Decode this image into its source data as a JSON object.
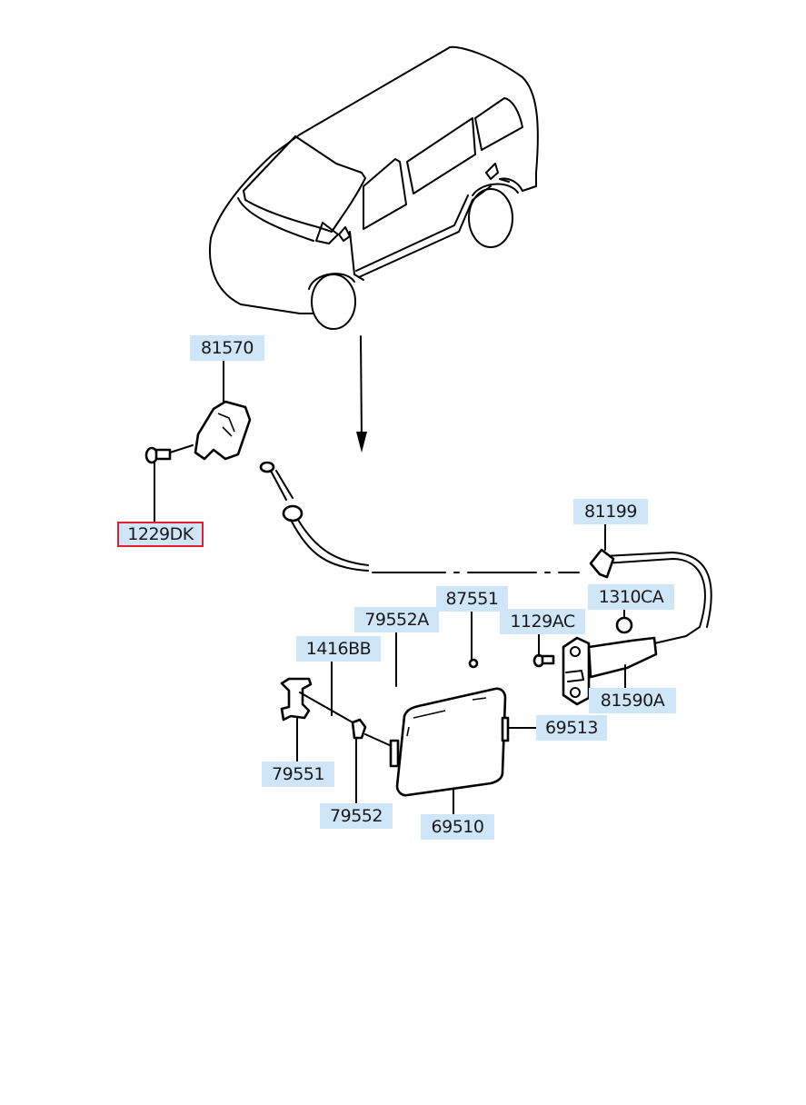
{
  "diagram": {
    "title": "Fuel filler door & release cable",
    "highlight_color": "#e0202a",
    "label_bg": "#cfe6f9",
    "parts": [
      {
        "id": "p81570",
        "number": "81570",
        "selected": false
      },
      {
        "id": "p1229DK",
        "number": "1229DK",
        "selected": true
      },
      {
        "id": "p81199",
        "number": "81199",
        "selected": false
      },
      {
        "id": "p1310CA",
        "number": "1310CA",
        "selected": false
      },
      {
        "id": "p87551",
        "number": "87551",
        "selected": false
      },
      {
        "id": "p79552A",
        "number": "79552A",
        "selected": false
      },
      {
        "id": "p1129AC",
        "number": "1129AC",
        "selected": false
      },
      {
        "id": "p1416BB",
        "number": "1416BB",
        "selected": false
      },
      {
        "id": "p81590A",
        "number": "81590A",
        "selected": false
      },
      {
        "id": "p69513",
        "number": "69513",
        "selected": false
      },
      {
        "id": "p79551",
        "number": "79551",
        "selected": false
      },
      {
        "id": "p79552",
        "number": "79552",
        "selected": false
      },
      {
        "id": "p69510",
        "number": "69510",
        "selected": false
      }
    ]
  }
}
